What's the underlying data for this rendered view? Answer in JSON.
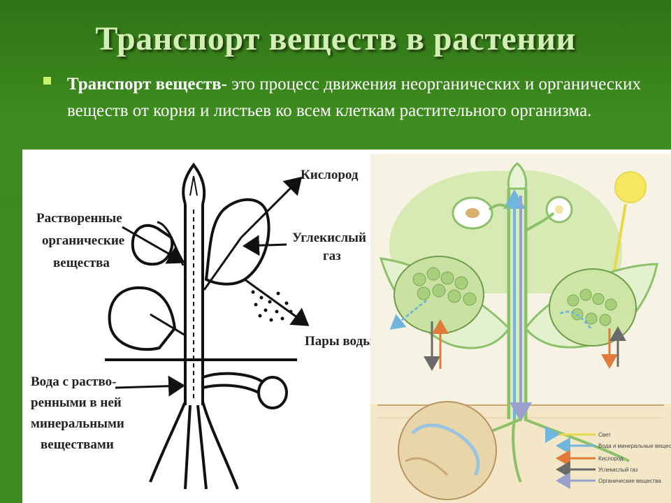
{
  "title": "Транспорт веществ в растении",
  "definition": {
    "term": "Транспорт веществ-",
    "text": " это процесс движения неорганических и органических веществ от корня и листьев ко всем клеткам растительного организма."
  },
  "left_diagram": {
    "labels": {
      "oxygen": "Кислород",
      "co2_line1": "Углекислый",
      "co2_line2": "газ",
      "organic_line1": "Растворенные",
      "organic_line2": "органические",
      "organic_line3": "вещества",
      "vapor": "Пары воды",
      "water_line1": "Вода с раство-",
      "water_line2": "ренными в ней",
      "water_line3": "минеральными",
      "water_line4": "веществами"
    }
  },
  "right_diagram": {
    "legend": [
      {
        "label": "Свет",
        "color": "#e8d84a"
      },
      {
        "label": "Вода и минеральные вещества",
        "color": "#6fb5dd"
      },
      {
        "label": "Кислород",
        "color": "#e07b3a"
      },
      {
        "label": "Углекислый газ",
        "color": "#6a6a6a"
      },
      {
        "label": "Органические вещества",
        "color": "#9aa0cc"
      }
    ]
  },
  "colors": {
    "background": "#3e8c20",
    "title": "#d4efb6",
    "bullet": "#c8f06c",
    "water_arrow": "#6fb5dd",
    "organic_arrow": "#9aa0cc"
  }
}
